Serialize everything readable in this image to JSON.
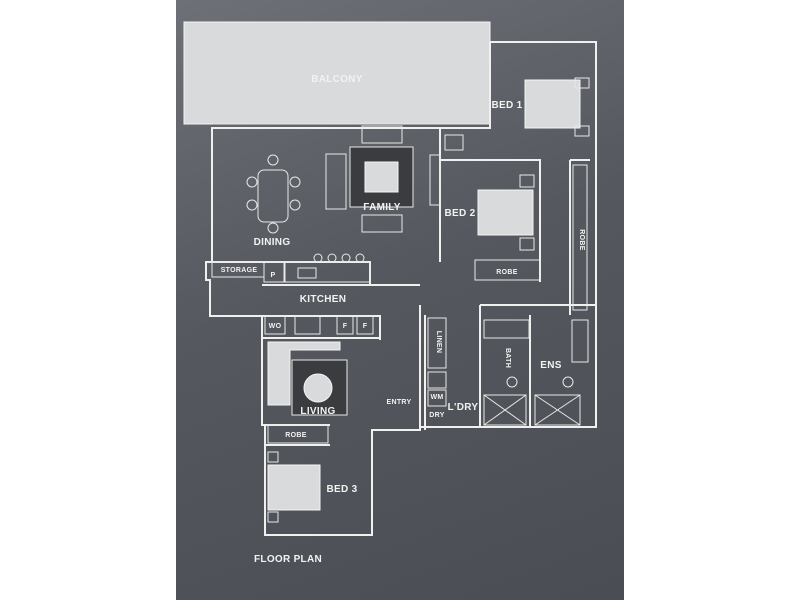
{
  "labels": {
    "balcony": "BALCONY",
    "bed1": "BED 1",
    "bed2": "BED 2",
    "bed3": "BED 3",
    "family": "FAMILY",
    "dining": "DINING",
    "storage": "STORAGE",
    "p": "P",
    "kitchen": "KITCHEN",
    "wo": "WO",
    "f1": "F",
    "f2": "F",
    "robe1": "ROBE",
    "robe2": "ROBE",
    "robe3": "ROBE",
    "linen": "LINEN",
    "bath": "BATH",
    "ens": "ENS",
    "wm": "WM",
    "dry": "DRY",
    "ldry": "L'DRY",
    "living": "LIVING",
    "entry": "ENTRY",
    "floor_plan": "FLOOR PLAN"
  },
  "colors": {
    "paper": "#5a5d63",
    "walls": "#f0f0ee"
  }
}
